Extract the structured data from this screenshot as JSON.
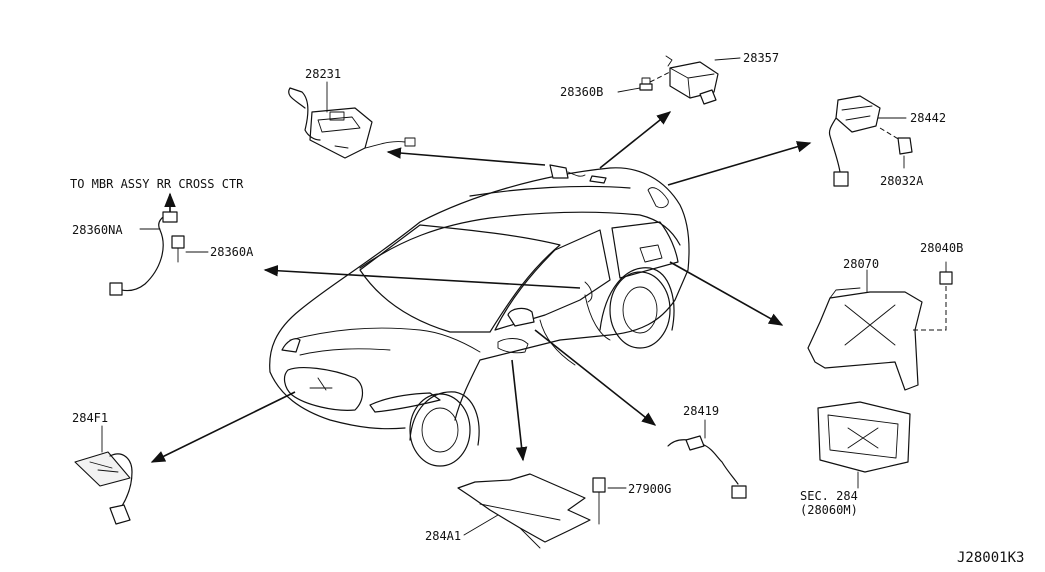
{
  "parts": {
    "p28231": "28231",
    "p28357": "28357",
    "p28360B": "28360B",
    "p28442": "28442",
    "p28032A": "28032A",
    "to_mbr": "TO MBR ASSY RR CROSS CTR",
    "p28360NA": "28360NA",
    "p28360A": "28360A",
    "p28040B": "28040B",
    "p28070": "28070",
    "p284F1": "284F1",
    "p28419": "28419",
    "p27900G": "27900G",
    "p284A1": "284A1",
    "sec284": "SEC. 284",
    "sec284_sub": "(28060M)"
  },
  "diagram_id": "J28001K3"
}
